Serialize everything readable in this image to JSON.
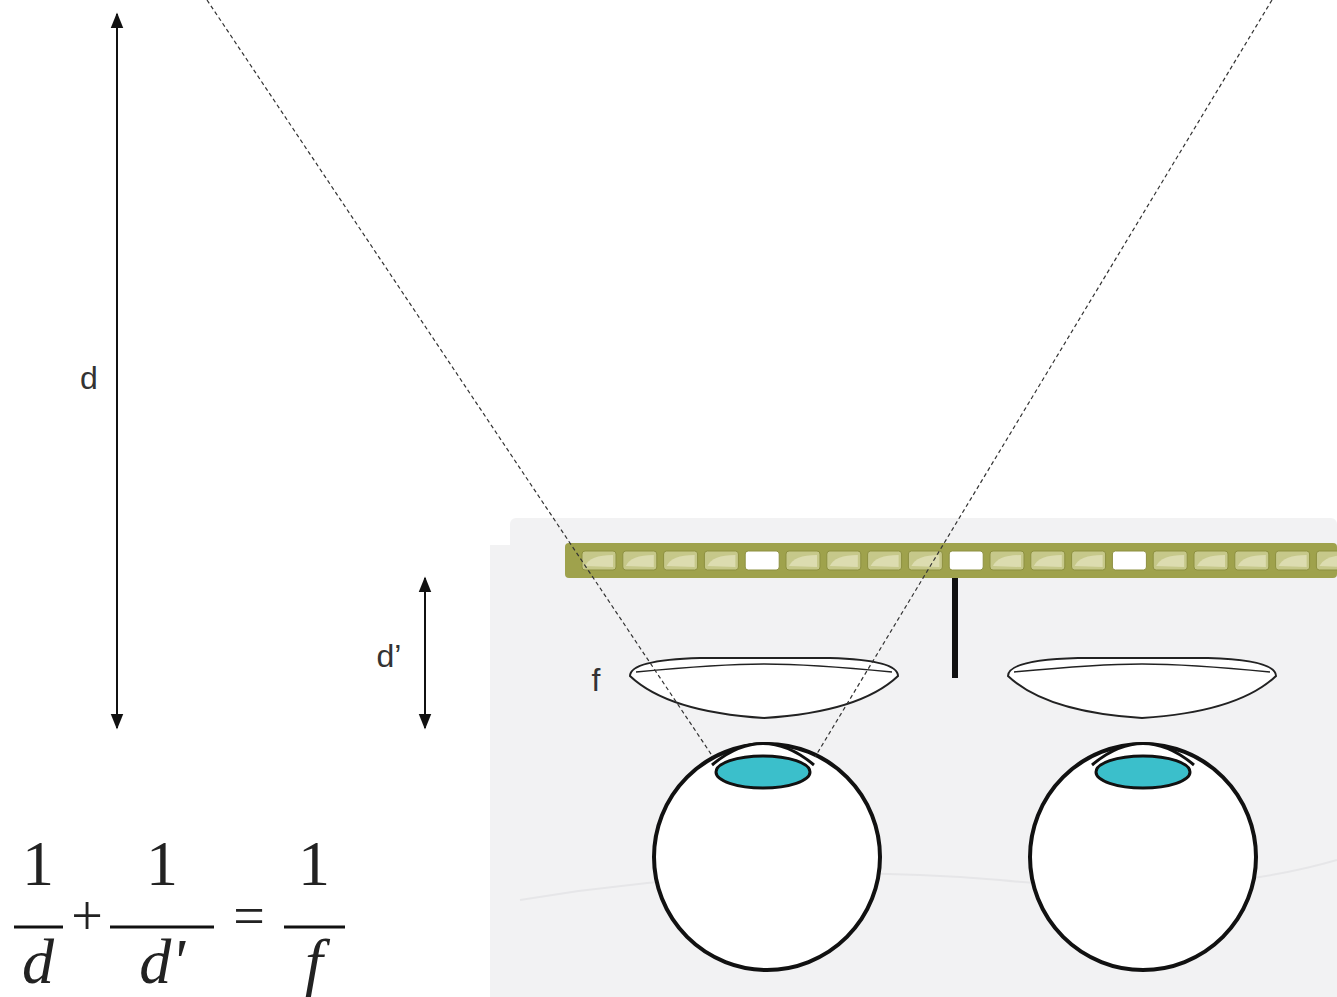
{
  "diagram": {
    "labels": [
      "d",
      "d’",
      "f",
      "1",
      "d",
      "+",
      "1",
      "d'",
      "=",
      "1",
      "f"
    ]
  }
}
